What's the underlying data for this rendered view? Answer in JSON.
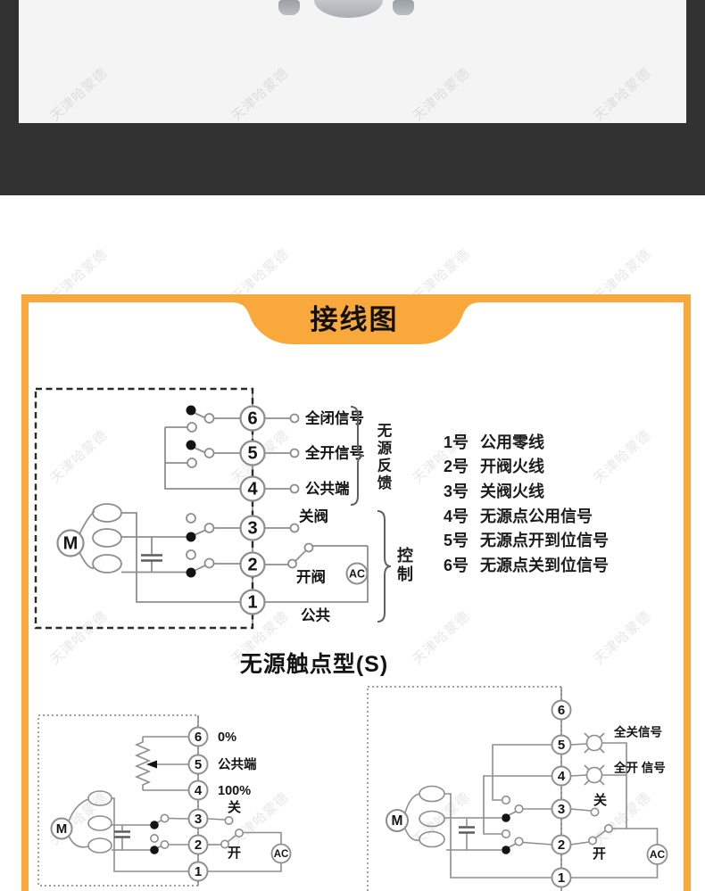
{
  "watermark": {
    "text": "天津哈蒙德"
  },
  "banner": {
    "title": "接线图"
  },
  "colors": {
    "accent_orange": "#f9a83c",
    "band_dark": "#323232",
    "panel_gray": "#f4f4f4",
    "wire_gray": "#8e8e8e",
    "ink": "#141414"
  },
  "main_diagram": {
    "terminals": [
      "6",
      "5",
      "4",
      "3",
      "2",
      "1"
    ],
    "labels": {
      "t6": "全闭信号",
      "t5": "全开信号",
      "t4": "公共端",
      "t3": "关阀",
      "t2": "开阀",
      "t1": "公共"
    },
    "group_feedback": "无源反馈",
    "group_control": "控制",
    "motor_label": "M",
    "ac_label": "AC",
    "caption": "无源触点型(S)"
  },
  "terminal_notes": [
    {
      "no": "1号",
      "desc": "公用零线"
    },
    {
      "no": "2号",
      "desc": "开阀火线"
    },
    {
      "no": "3号",
      "desc": "关阀火线"
    },
    {
      "no": "4号",
      "desc": "无源点公用信号"
    },
    {
      "no": "5号",
      "desc": "无源点开到位信号"
    },
    {
      "no": "6号",
      "desc": "无源点关到位信号"
    }
  ],
  "pot_diagram": {
    "terminals": [
      "6",
      "5",
      "4",
      "3",
      "2",
      "1"
    ],
    "labels": {
      "t6": "0%",
      "t5": "公共端",
      "t4": "100%",
      "t3": "关",
      "t2": "开"
    },
    "motor_label": "M",
    "ac_label": "AC"
  },
  "lamp_diagram": {
    "terminals": [
      "6",
      "5",
      "4",
      "3",
      "2",
      "1"
    ],
    "labels": {
      "lamp_closed": "全关信号",
      "lamp_open": "全开 信号",
      "t3": "关",
      "t2": "开"
    },
    "motor_label": "M",
    "ac_label": "AC"
  }
}
